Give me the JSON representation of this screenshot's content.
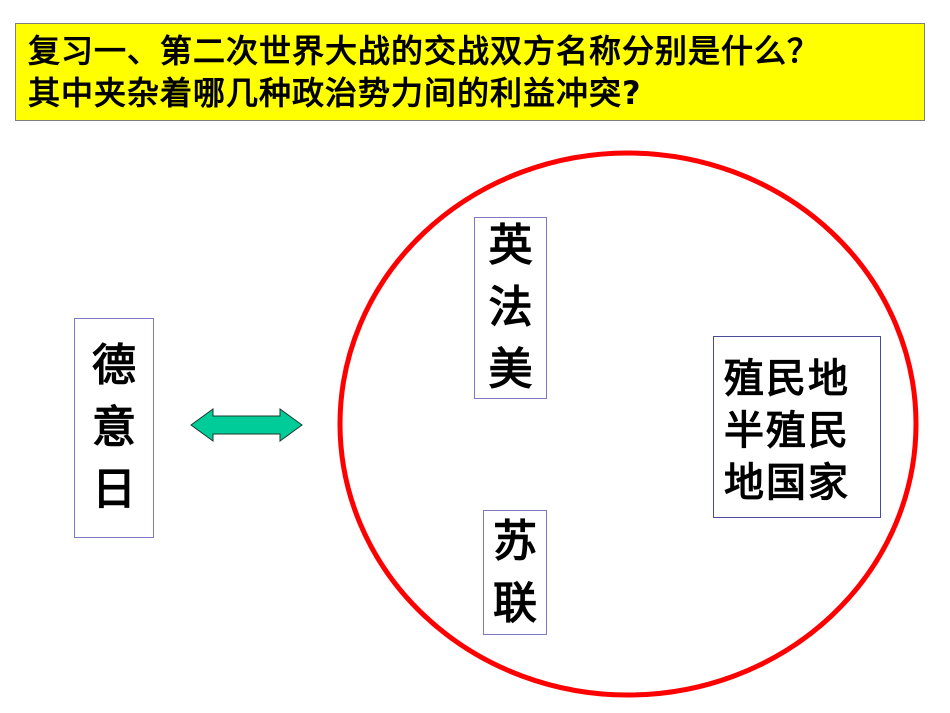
{
  "slide": {
    "title": {
      "line1": "复习一、第二次世界大战的交战双方名称分别是什么？",
      "line2": "其中夹杂着哪几种政治势力间的利益冲突?"
    },
    "left_group": {
      "chars": [
        "德",
        "意",
        "日"
      ],
      "label": "德意日"
    },
    "connector": {
      "icon": "double-arrow-icon",
      "fill_color": "#00cc99"
    },
    "circle": {
      "stroke_color": "#ff0000",
      "groups": {
        "allies_west": {
          "chars": [
            "英",
            "法",
            "美"
          ],
          "label": "英法美"
        },
        "soviet": {
          "chars": [
            "苏",
            "联"
          ],
          "label": "苏联"
        },
        "colonies": {
          "rows": [
            "殖民地",
            "半殖民",
            "地国家"
          ],
          "label": "殖民地半殖民地国家"
        }
      }
    },
    "colors": {
      "title_bg": "#ffff00",
      "box_border": "#7a7ac0"
    }
  }
}
